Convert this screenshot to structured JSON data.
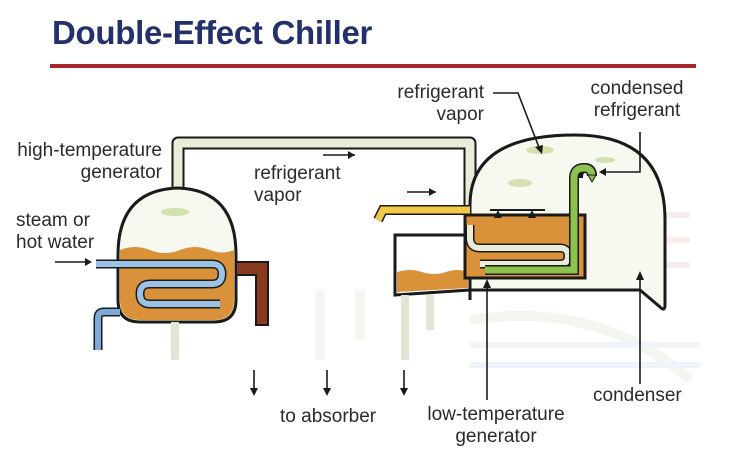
{
  "title": "Double-Effect Chiller",
  "labels": {
    "high_temp_gen_1": "high-temperature",
    "high_temp_gen_2": "generator",
    "steam_1": "steam or",
    "steam_2": "hot water",
    "ref_vapor_left_1": "refrigerant",
    "ref_vapor_left_2": "vapor",
    "ref_vapor_top_1": "refrigerant",
    "ref_vapor_top_2": "vapor",
    "condensed_1": "condensed",
    "condensed_2": "refrigerant",
    "to_absorber": "to absorber",
    "low_temp_gen_1": "low-temperature",
    "low_temp_gen_2": "generator",
    "condenser": "condenser"
  },
  "colors": {
    "title": "#23306b",
    "rule": "#a8232c",
    "solution": "#d9913a",
    "vessel_outline": "#1a1a1a",
    "pipe_gray": "#c9d2bd",
    "steam_pipe": "#9cc3e6",
    "hot_pipe": "#f1c84a",
    "green_pipe": "#8cc24d",
    "brown": "#8a3b1f"
  }
}
